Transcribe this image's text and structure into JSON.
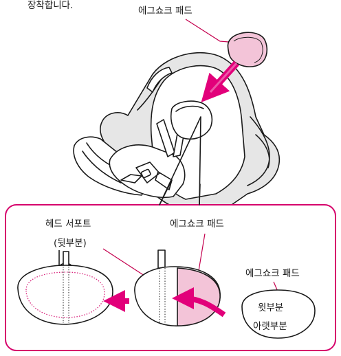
{
  "labels": {
    "top_partial": "장착합니다.",
    "pad_top": "에그쇼크 패드",
    "head_support": "헤드 서포트",
    "head_support_sub": "(뒷부분)",
    "pad_mid": "에그쇼크 패드",
    "pad_right": "에그쇼크 패드",
    "upper_part": "윗부분",
    "lower_part": "아랫부분"
  },
  "colors": {
    "accent": "#c4004e",
    "pad_pink": "#f3c4d8",
    "arrow_pink": "#e2007a",
    "frame_pink": "#d6006b"
  }
}
